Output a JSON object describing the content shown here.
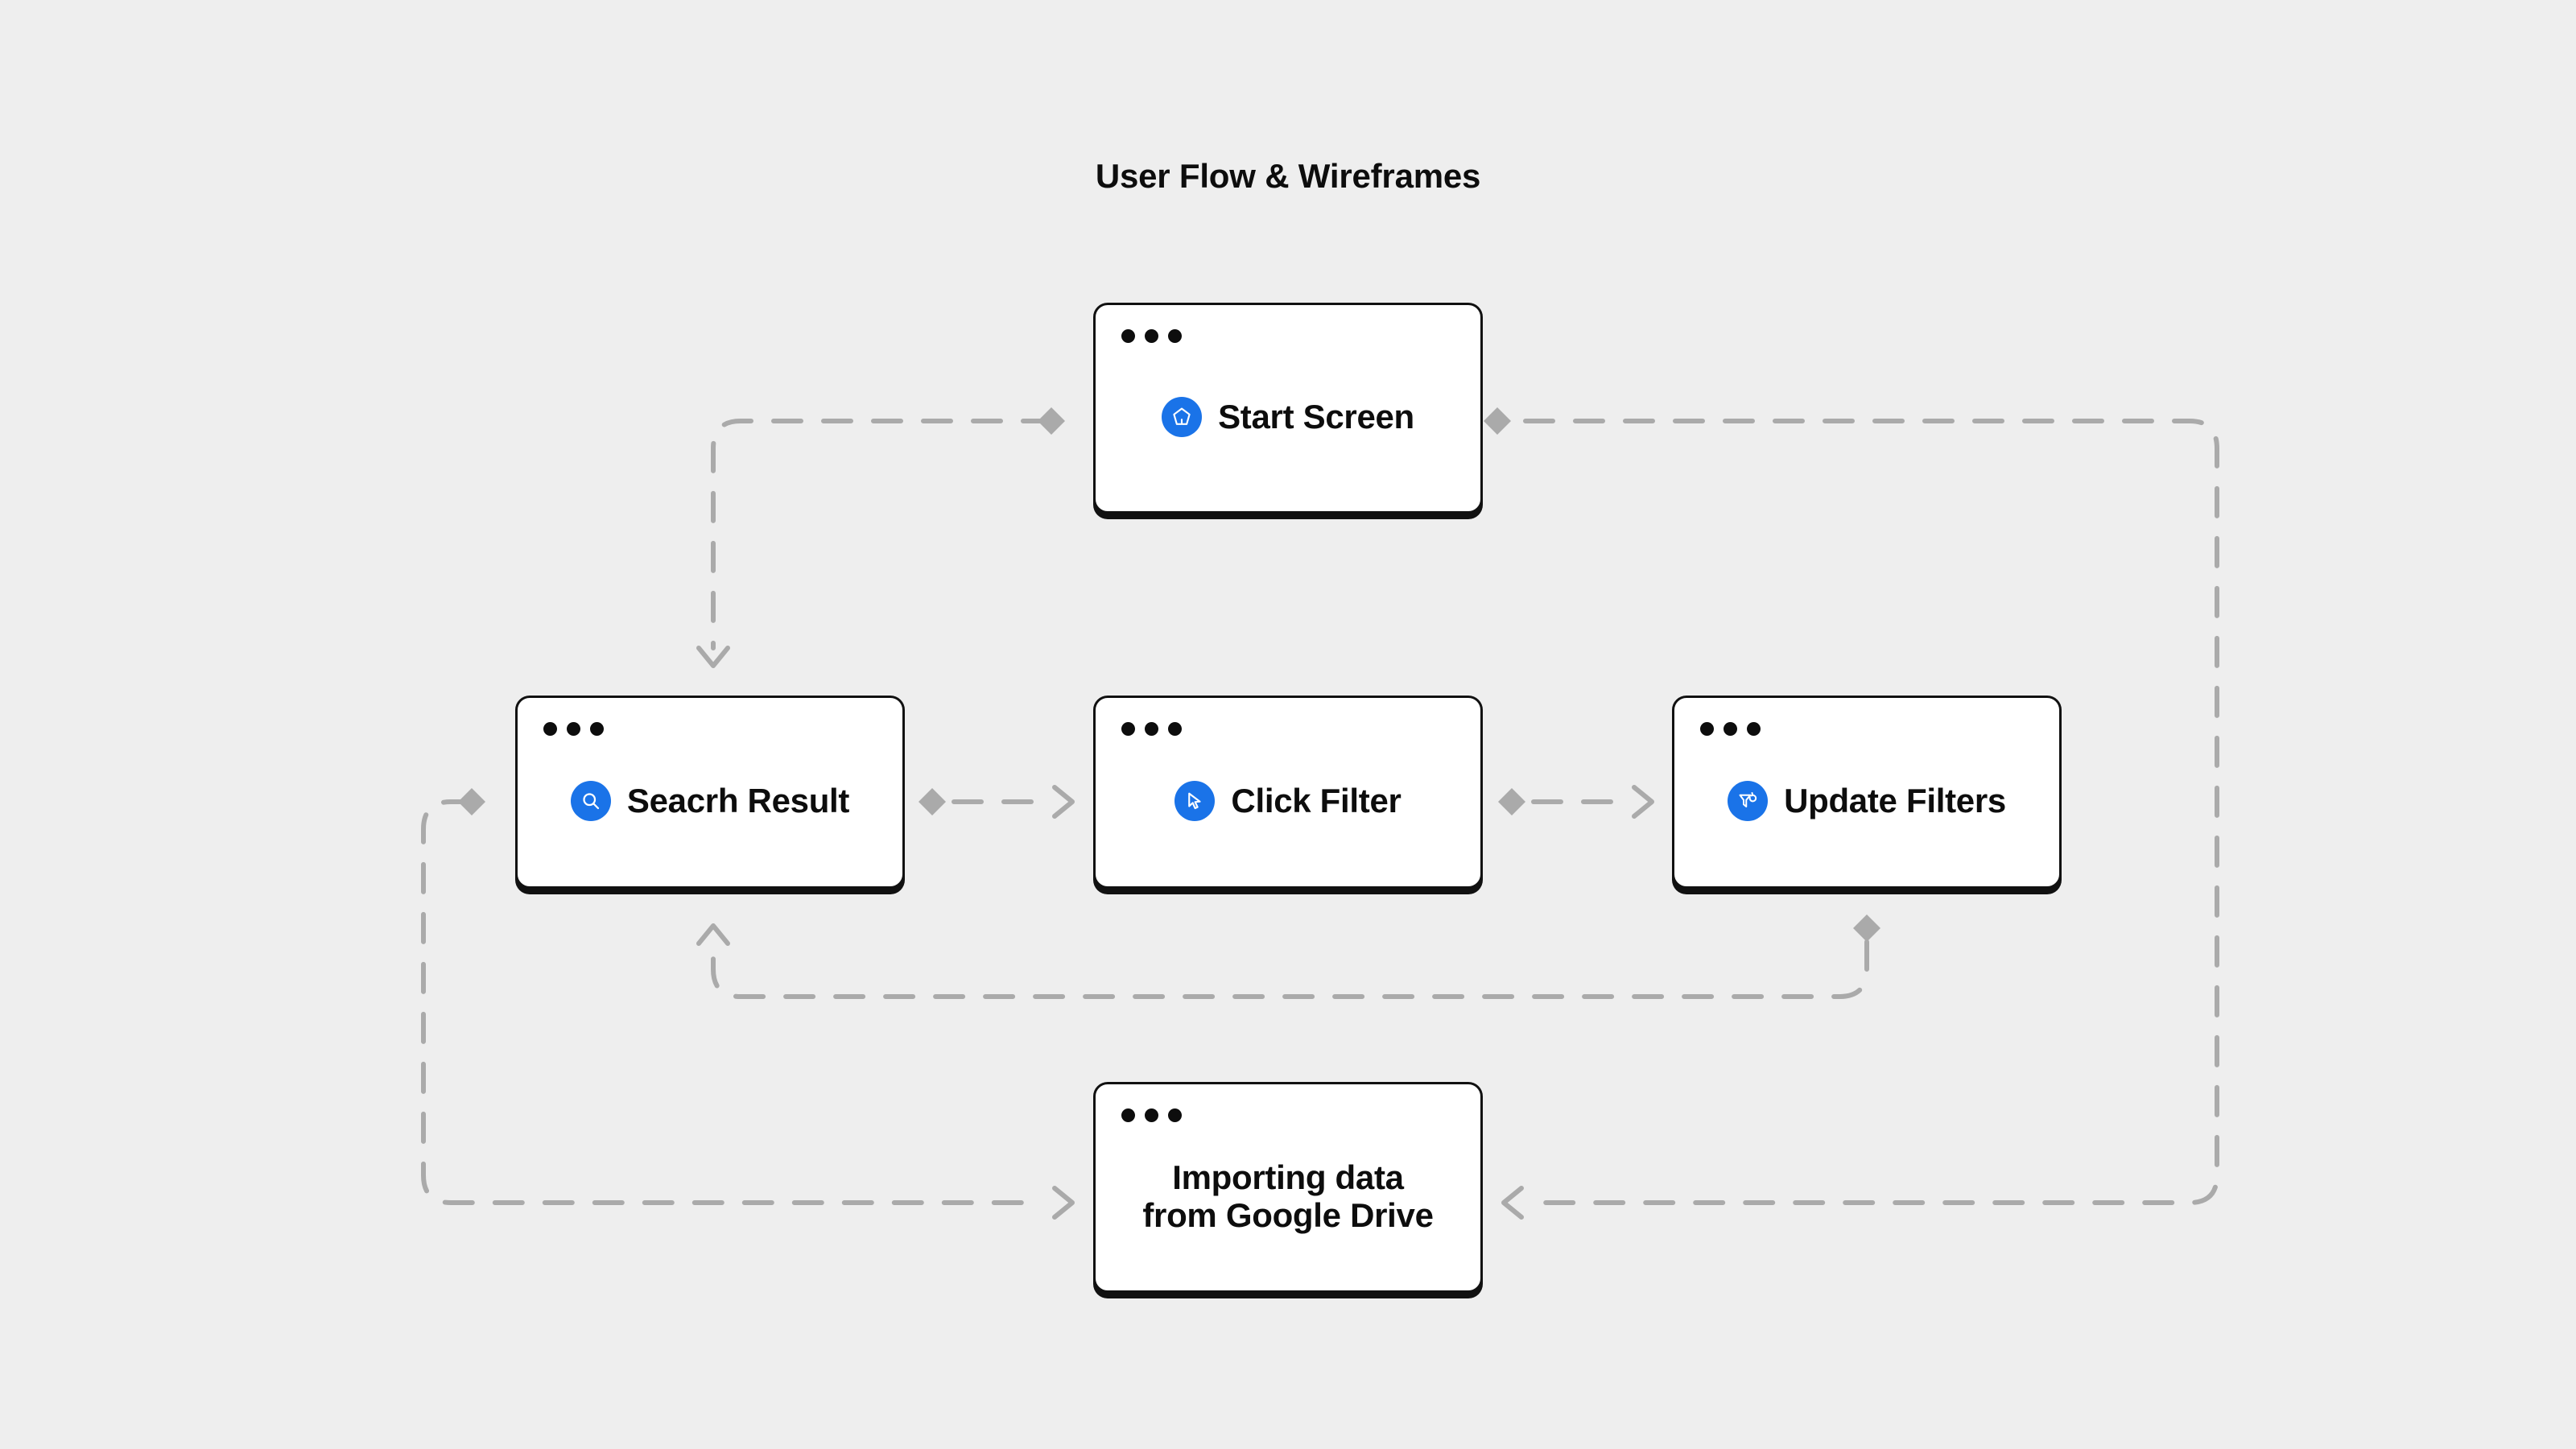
{
  "page": {
    "title": "User Flow & Wireframes",
    "background_color": "#eeeeee",
    "accent_color": "#1a73e8",
    "connector_color": "#aaaaaa",
    "card_border_color": "#111111",
    "card_background": "#ffffff"
  },
  "nodes": [
    {
      "id": "start-screen",
      "label": "Start Screen",
      "icon": "home-icon",
      "has_icon": true,
      "window_dots": 3
    },
    {
      "id": "search-result",
      "label": "Seacrh Result",
      "icon": "search-icon",
      "has_icon": true,
      "window_dots": 3
    },
    {
      "id": "click-filter",
      "label": "Click Filter",
      "icon": "cursor-icon",
      "has_icon": true,
      "window_dots": 3
    },
    {
      "id": "update-filters",
      "label": "Update Filters",
      "icon": "filter-refresh-icon",
      "has_icon": true,
      "window_dots": 3
    },
    {
      "id": "importing-data",
      "label": "Importing data\nfrom Google Drive",
      "icon": "",
      "has_icon": false,
      "window_dots": 3
    }
  ],
  "edges": [
    {
      "id": "edge-start-to-search",
      "from": "start-screen",
      "to": "search-result",
      "source_marker": "diamond",
      "target_marker": "arrow",
      "style": "dashed"
    },
    {
      "id": "edge-search-to-click",
      "from": "search-result",
      "to": "click-filter",
      "source_marker": "diamond",
      "target_marker": "arrow",
      "style": "dashed"
    },
    {
      "id": "edge-click-to-update",
      "from": "click-filter",
      "to": "update-filters",
      "source_marker": "diamond",
      "target_marker": "arrow",
      "style": "dashed"
    },
    {
      "id": "edge-update-to-search",
      "from": "update-filters",
      "to": "search-result",
      "source_marker": "diamond",
      "target_marker": "arrow",
      "style": "dashed"
    },
    {
      "id": "edge-search-to-importing",
      "from": "search-result",
      "to": "importing-data",
      "source_marker": "diamond",
      "target_marker": "arrow",
      "style": "dashed"
    },
    {
      "id": "edge-start-to-importing",
      "from": "start-screen",
      "to": "importing-data",
      "source_marker": "diamond",
      "target_marker": "arrow",
      "style": "dashed"
    }
  ]
}
